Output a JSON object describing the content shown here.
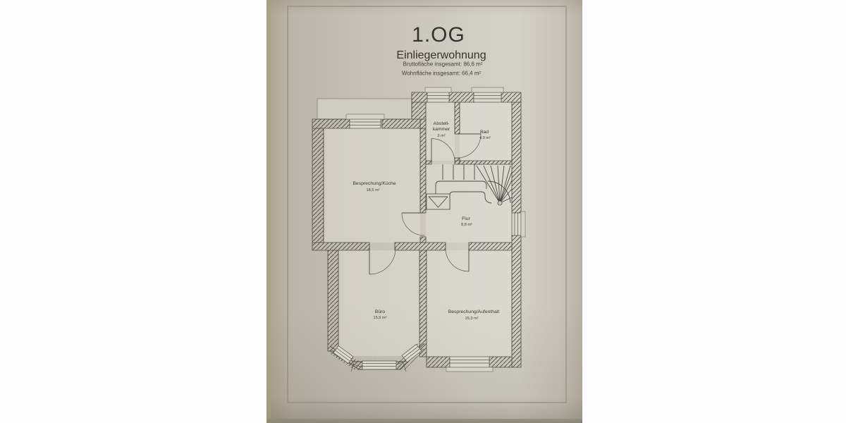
{
  "document": {
    "floor_label": "1.OG",
    "subtitle": "Einliegerwohnung",
    "stats": [
      "Bruttofläche insgesamt: 86,6 m²",
      "Wohnfläche insgesamt: 66,4 m²"
    ]
  },
  "rooms": [
    {
      "id": "abstellkammer",
      "name_lines": [
        "Abstell-",
        "kammer"
      ],
      "area": "3 m²"
    },
    {
      "id": "bad",
      "name": "Bad",
      "area": "4,9 m²"
    },
    {
      "id": "besprechung-kueche",
      "name": "Besprechung/Küche",
      "area": "18,5 m²"
    },
    {
      "id": "flur",
      "name": "Flur",
      "area": "8,8 m²"
    },
    {
      "id": "buero",
      "name": "Büro",
      "area": "15,9 m²"
    },
    {
      "id": "besprechung-aufenthalt",
      "name": "Besprechung/Aufenthalt",
      "area": "15,3 m²"
    }
  ],
  "colors": {
    "background": "#ffffff",
    "paper_left": "#b3ac9f",
    "paper_center": "#c9c5bb",
    "paper_bright": "#d2cfc7",
    "paper_right_edge": "#bab4a8",
    "frame_line": "#8a8477",
    "plan_line": "#4c4a44",
    "text": "#3c3a34"
  }
}
